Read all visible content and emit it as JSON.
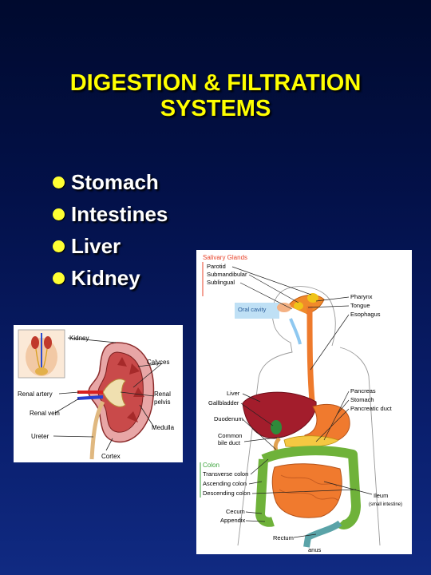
{
  "slide": {
    "title_line1": "DIGESTION & FILTRATION",
    "title_line2": "SYSTEMS",
    "bullets": [
      "Stomach",
      "Intestines",
      "Liver",
      "Kidney"
    ]
  },
  "kidney_diagram": {
    "labels": {
      "kidney": "Kidney",
      "calyces": "Calyces",
      "renal_artery": "Renal artery",
      "renal_vein": "Renal vein",
      "renal_pelvis_1": "Renal",
      "renal_pelvis_2": "pelvis",
      "medulla": "Medulla",
      "ureter": "Ureter",
      "cortex": "Cortex"
    }
  },
  "digestive_diagram": {
    "labels": {
      "salivary_glands": "Salivary Glands",
      "parotid": "Parotid",
      "submandibular": "Submandibular",
      "sublingual": "Sublingual",
      "oral_cavity": "Oral cavity",
      "pharynx": "Pharynx",
      "tongue": "Tongue",
      "esophagus": "Esophagus",
      "liver": "Liver",
      "gallbladder": "Gallbladder",
      "duodenum": "Duodenum",
      "common_bile_duct_1": "Common",
      "common_bile_duct_2": "bile duct",
      "pancreas": "Pancreas",
      "stomach": "Stomach",
      "pancreatic_duct": "Pancreatic duct",
      "colon": "Colon",
      "transverse_colon": "Transverse colon",
      "ascending_colon": "Ascending colon",
      "descending_colon": "Descending colon",
      "ileum": "Ileum",
      "small_intestine": "(small intestine)",
      "cecum": "Cecum",
      "appendix": "Appendix",
      "rectum": "Rectum",
      "anus": "anus"
    },
    "colors": {
      "salivary_header": "#e8432a",
      "colon_header": "#3aa23a",
      "oral_cavity_box": "#bfe0f5"
    }
  }
}
